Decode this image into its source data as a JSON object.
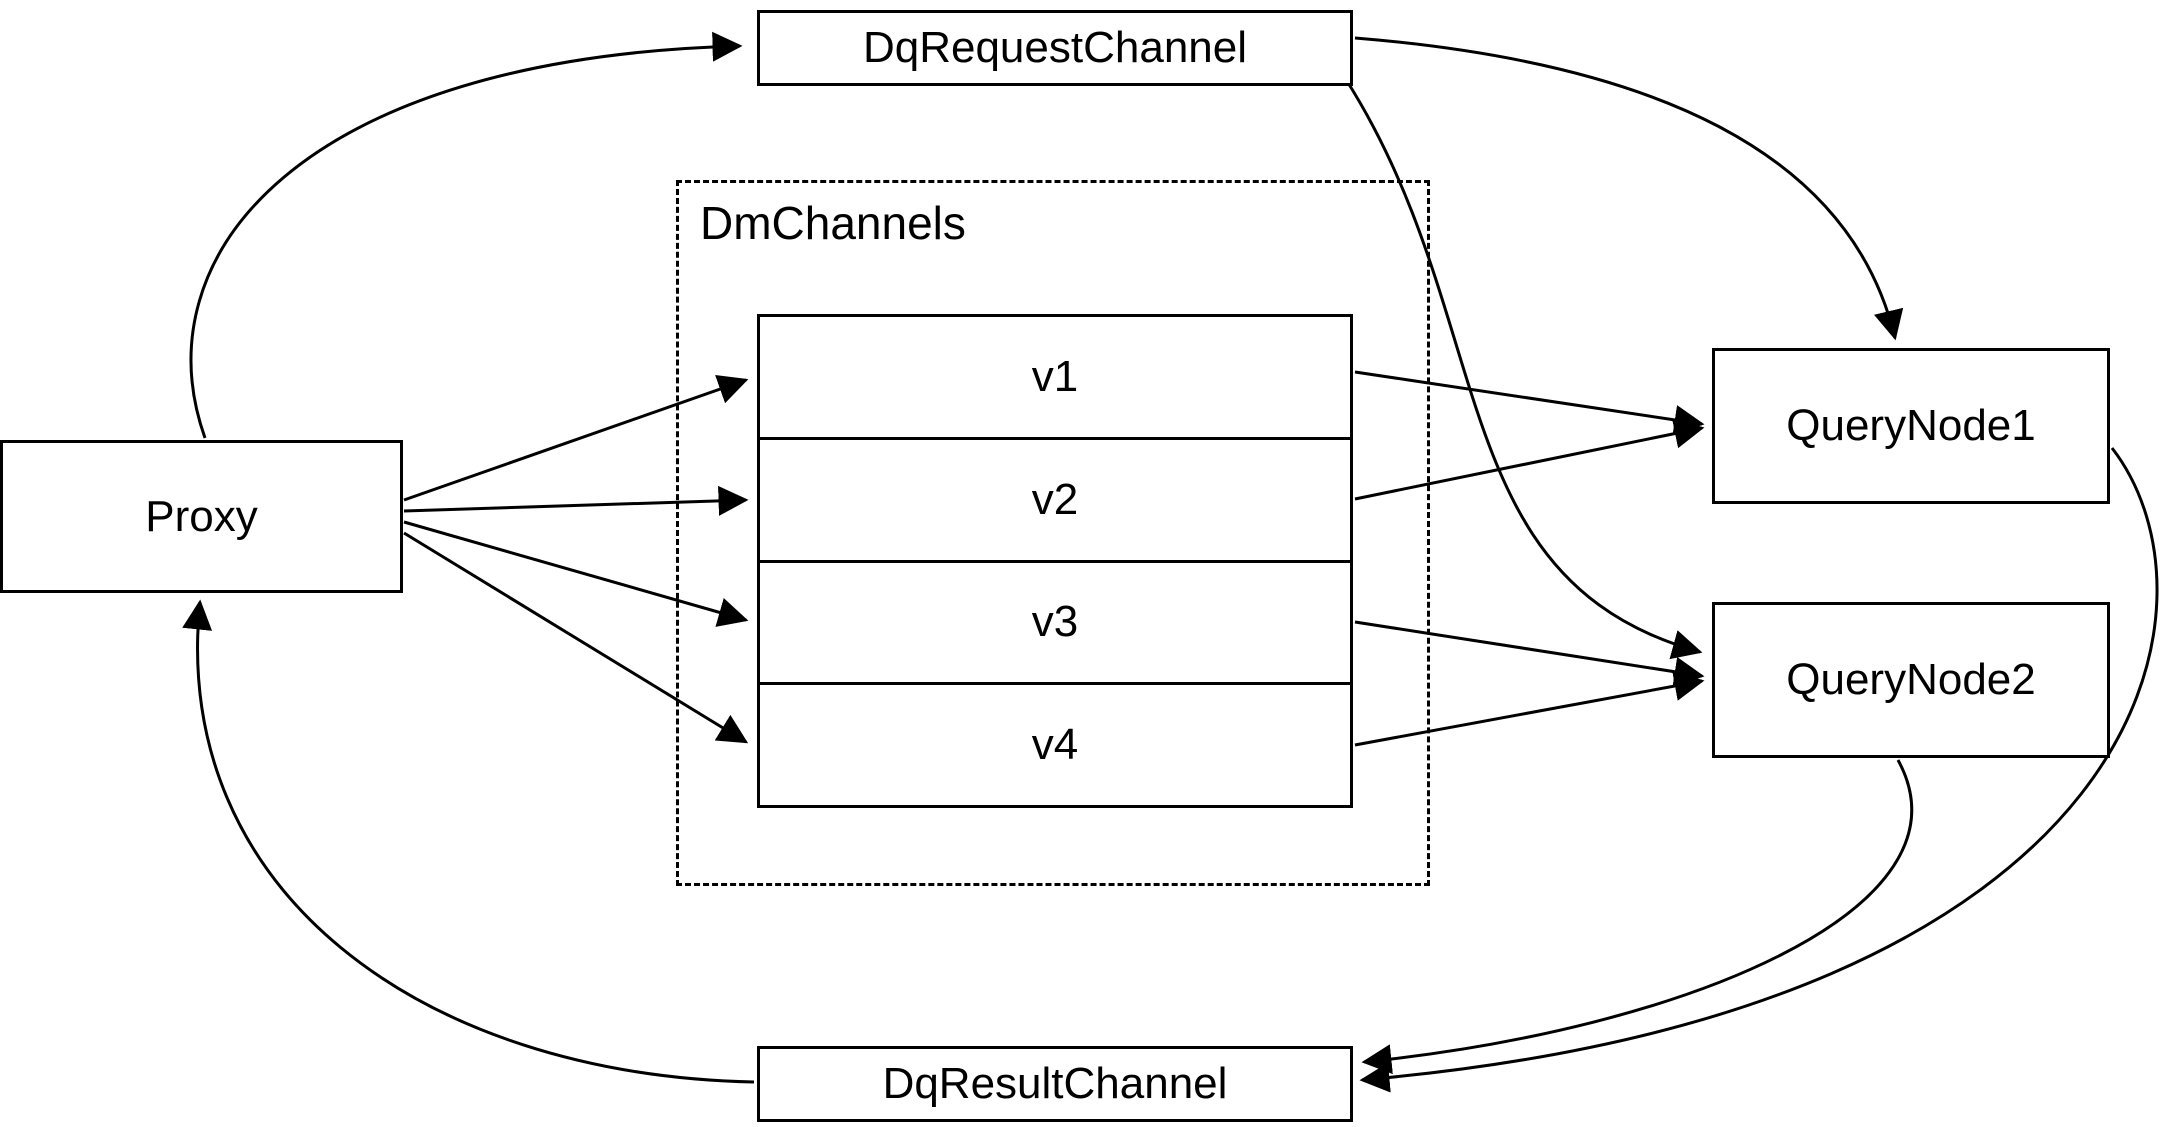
{
  "diagram": {
    "background": "#ffffff",
    "stroke_color": "#000000",
    "nodes": {
      "proxy": {
        "label": "Proxy"
      },
      "dq_request_channel": {
        "label": "DqRequestChannel"
      },
      "dm_channels_group": {
        "label": "DmChannels"
      },
      "query_node_1": {
        "label": "QueryNode1"
      },
      "query_node_2": {
        "label": "QueryNode2"
      },
      "dq_result_channel": {
        "label": "DqResultChannel"
      }
    },
    "channels": [
      {
        "label": "v1"
      },
      {
        "label": "v2"
      },
      {
        "label": "v3"
      },
      {
        "label": "v4"
      }
    ],
    "edges": [
      {
        "from": "Proxy",
        "to": "DqRequestChannel"
      },
      {
        "from": "DqRequestChannel",
        "to": "QueryNode1"
      },
      {
        "from": "DqRequestChannel",
        "to": "QueryNode2"
      },
      {
        "from": "Proxy",
        "to": "v1"
      },
      {
        "from": "Proxy",
        "to": "v2"
      },
      {
        "from": "Proxy",
        "to": "v3"
      },
      {
        "from": "Proxy",
        "to": "v4"
      },
      {
        "from": "v1",
        "to": "QueryNode1"
      },
      {
        "from": "v2",
        "to": "QueryNode1"
      },
      {
        "from": "v3",
        "to": "QueryNode2"
      },
      {
        "from": "v4",
        "to": "QueryNode2"
      },
      {
        "from": "QueryNode1",
        "to": "DqResultChannel"
      },
      {
        "from": "QueryNode2",
        "to": "DqResultChannel"
      },
      {
        "from": "DqResultChannel",
        "to": "Proxy"
      }
    ]
  }
}
